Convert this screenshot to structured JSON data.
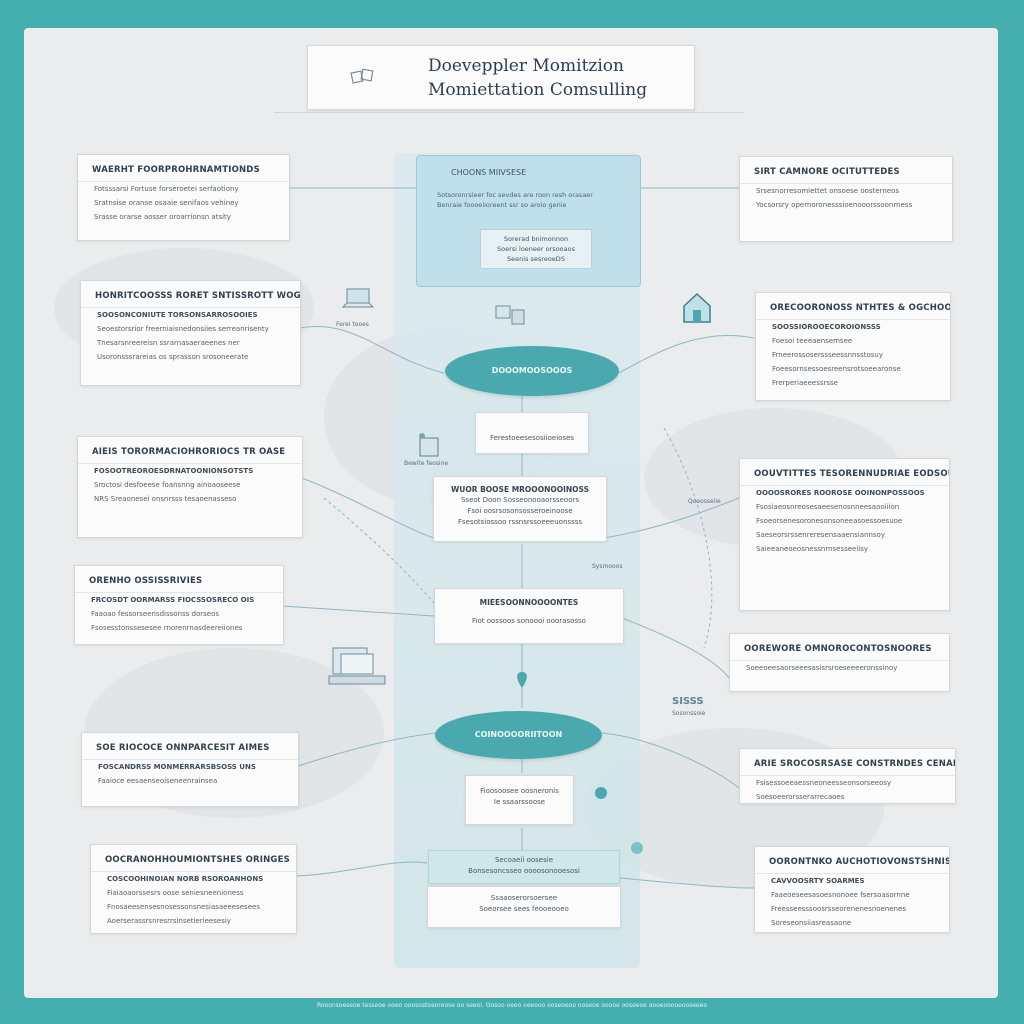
{
  "title": {
    "line1": "Doeveppler Momitzion",
    "line2": "Momiettation Comsulling"
  },
  "left_cards": [
    {
      "header": "WAERHT FOORPROHRNAMTIONDS",
      "lines": [
        "Fotsssarsi Fortuse forseroetei serfaotiony",
        "Sratnsise oranse osaaie senifaos vehiney",
        "Srasse orarse aosser oroarrionsn atsity"
      ]
    },
    {
      "header": "HONRITCOOSSS RORET SNTISSROTT WOGITS",
      "lines": [
        "SOOSONCONIUTE TORSONSARROSOOIES",
        "Seoestorsrior freerniaisnedonsiies serreanrisenty",
        "Tnesarsnreereisn ssrarnasaeraeenes ner",
        "Usoronsssrareias os sprasson srosoneerate"
      ]
    },
    {
      "header": "AIEIS TORORMACIOHRORIOCS TR OASE",
      "lines": [
        "FOSOOTREOROESDRNATOONIONSOTSTS",
        "Sroctosi desfoeese foansnng ainoaoseese",
        "NRS Sreaonesei onsnrsss tesaoenasseso"
      ]
    },
    {
      "header": "ORENHO OSSISSRIVIES",
      "lines": [
        "FRCOSDT OORMARSS FIOCSSOSRECO OIS",
        "Faaoao fessorseensdissonss dorseos",
        "Fsosesstonssesesee rnorenrnasdeereiiones"
      ]
    },
    {
      "header": "SOE RIOCOCE ONNPARCESIT AIMES",
      "lines": [
        "FOSCANDRSS MONMERRARSBSOSS UNS",
        "Faaioce eesaenseoiseneenrainsea"
      ]
    },
    {
      "header": "OOCRANOHHOUMIONTSHES ORINGES",
      "lines": [
        "COSCOOHINOIAN NORB RSOROANHONS",
        "Fiaiaoaorssesrs oose seniesneenioness",
        "Fnosaeesensesnosessonsnesiasaeeesesees",
        "Aoerserassrsnresrrsinsetierieesesiy"
      ]
    }
  ],
  "right_cards": [
    {
      "header": "SIRT CAMNORE OCITUTTEDES",
      "lines": [
        "Srsesnorresomiettet onsoese oosterneos",
        "Yocsorsry opernoronesssioenooorssoonrness"
      ]
    },
    {
      "header": "ORECOORONOSS NTHTES & OGCHOORES",
      "lines": [
        "SOOSSIOROOECOROIONSSS",
        "Foesoi teeeaensemsee",
        "Frneerossoserssseessnnsstosuy",
        "Foeesornsessoesreensrotsoeearonse",
        "Frerperiaeeessrsse"
      ]
    },
    {
      "header": "OOUVTITTES TESORENNUDRIAE EODSOUT",
      "lines": [
        "OOOOSRORES ROOROSE OOINONPOSSOOS",
        "Fsosiaeosnreosesaeesenosnneesaooiiion",
        "Fsoeorsenesoronesonsoneeasoessoesuoe",
        "Saeseorsrssenreresensaaensiannsoy",
        "Saieeaneoeosnessnrnsesseeiisy"
      ]
    },
    {
      "header": "OOREWORE OMNOROCONTOSNOORES",
      "lines": [
        "Soeeoeesaorseeesasisrsroeseeeeronssinoy"
      ]
    },
    {
      "header": "ARIE SROCOSRSASE CONSTRNDES CENAL",
      "lines": [
        "Fsisessoeeaessneoneesseonsorseeosy",
        "Soesoeerorsserarrecaoes"
      ]
    },
    {
      "header": "OORONTNKO AUCHOTIOVONSTSHNIS",
      "lines": [
        "CAVVOOSRTY SOARMES",
        "Faaeoeseesasoesnonoee fsersoasornne",
        "Freesseesssoosrsseorenenesnoenenes",
        "Soreseonsiiasreasaone"
      ]
    }
  ],
  "top_panel": {
    "header": "CHOONS MIIVSESE",
    "lines": [
      "Sotsoronrsieer foc sevdes are roon resh orasaer",
      "Benraie foooeiioreent ssr so aroio genie"
    ],
    "inner": [
      "Sorerad bnimonnon",
      "Soersi loeneer orsooaos",
      "Seenis sesreoeDS"
    ]
  },
  "pill_top": "DOOOMOOSOOOS",
  "pill_bottom": "COINOOOORIITOON",
  "center_boxes": [
    {
      "lines": [
        "Ferestoeesesosiioeioses"
      ]
    },
    {
      "lines": [
        "WUOR BOOSE MROOONOOINOSS",
        "Sseot Doon Sosseonooaorsseoors",
        "Fsoi oosrsosonsosseroeinoose",
        "Fsesotsiossoo rssnsrssoeeeuonssss"
      ]
    },
    {
      "lines": [
        "MIEESOONNOOOONTES",
        "Fiot oossoos sonoooi ooorasosso"
      ]
    },
    {
      "lines": [
        "Fioosoosee oosneronis",
        "Ie ssaarssoose"
      ]
    },
    {
      "lines": [
        "Secoaeii oosesie",
        "Bonsesoncsseo oooosonooesosi"
      ]
    },
    {
      "lines": [
        "Ssaaoserorsoersee",
        "Soeorsee sees feooeooeo"
      ]
    }
  ],
  "tiny_labels": {
    "a": "Ferei tooes",
    "b": "Bewite feosine",
    "c": "Qoeosseiie",
    "d": "Sysmooos",
    "e": "SISSS",
    "f": "Sosonssoie"
  },
  "footer": "Rooonsoeseoe tesseoe ooeo ooosostoeoreose oo seeoi. Oosoo oeeo oeeooo ooseoeoo ooseoe ooooe ooseeoe oooeooooeooseeeo",
  "colors": {
    "teal": "#45aeae",
    "pill": "#4aa9ae",
    "panel": "#bfe0ea",
    "canvas": "#eaeced"
  }
}
